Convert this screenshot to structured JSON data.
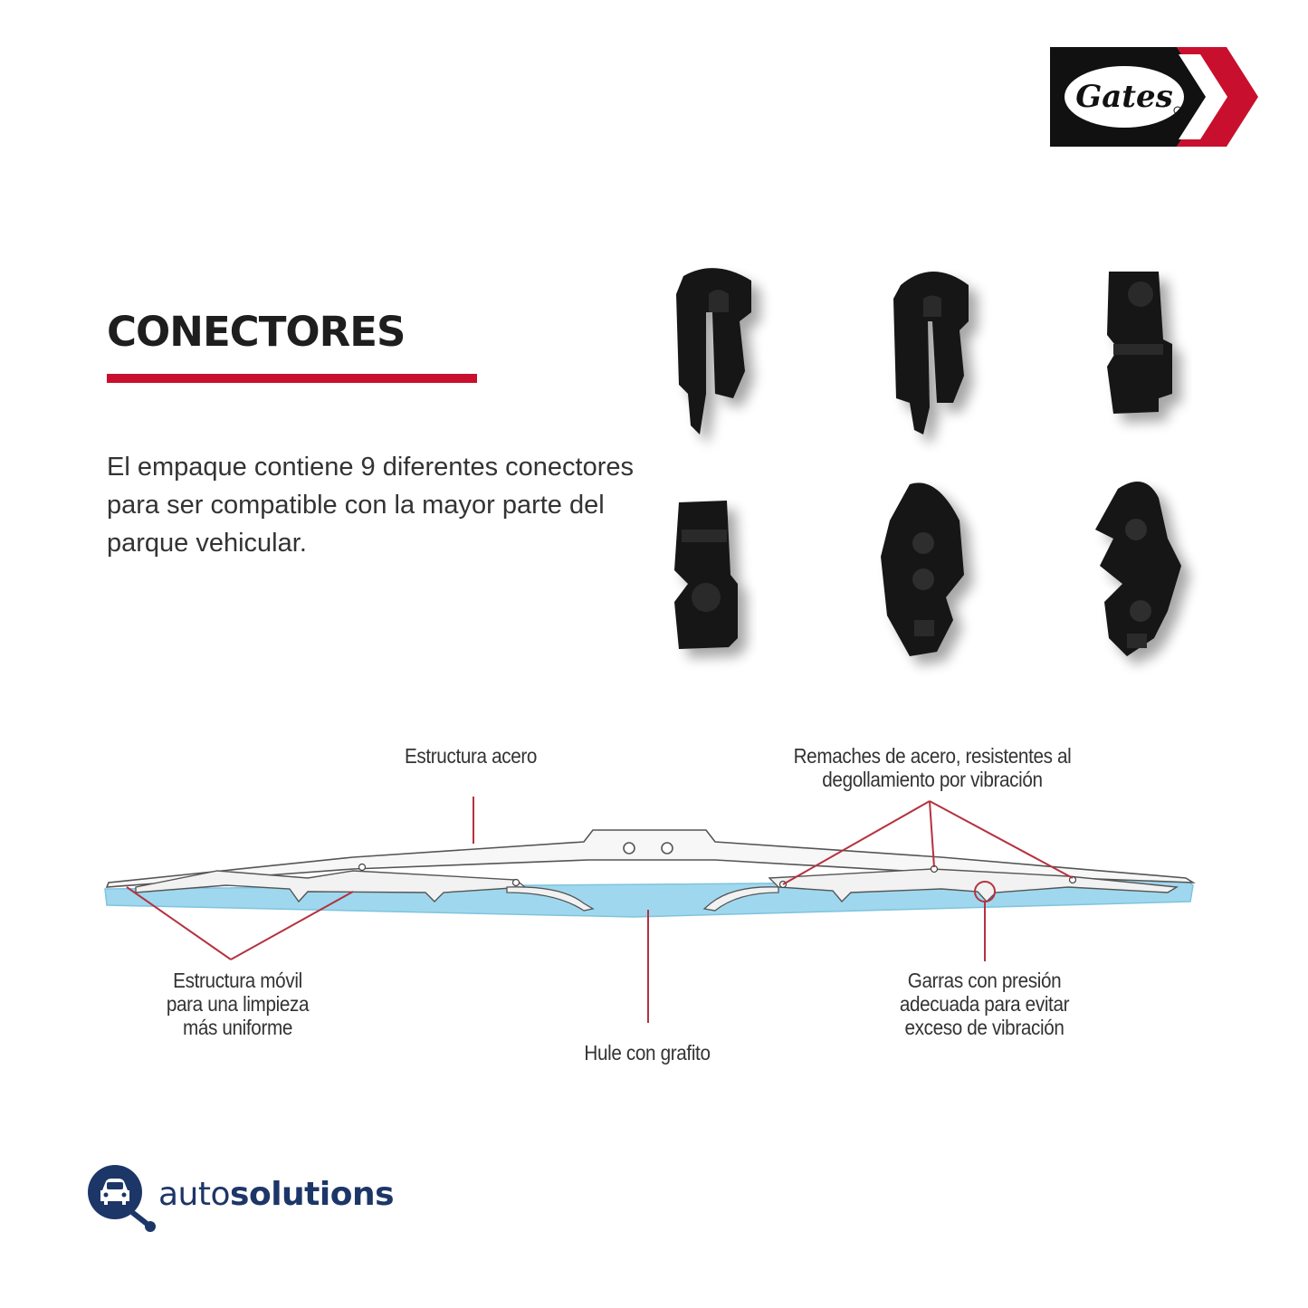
{
  "brand": {
    "gates_logo_text": "Gates",
    "accent_color": "#c8102e",
    "logo_dark": "#111111"
  },
  "section": {
    "title": "CONECTORES",
    "description": "El empaque contiene 9 diferentes conectores para ser compatible con la mayor parte del parque vehicular."
  },
  "diagram": {
    "labels": {
      "frame": "Estructura acero",
      "rivets_line1": "Remaches de acero, resistentes al",
      "rivets_line2": "degollamiento por vibración",
      "moving_line1": "Estructura móvil",
      "moving_line2": "para una limpieza",
      "moving_line3": "más uniforme",
      "rubber": "Hule con grafito",
      "claws_line1": "Garras con presión",
      "claws_line2": "adecuada para evitar",
      "claws_line3": "exceso de vibración"
    },
    "rubber_color": "#9fd8ee",
    "callout_color": "#b5323f"
  },
  "footer": {
    "logo_prefix": "auto",
    "logo_bold": "solutions",
    "logo_color": "#1d3668"
  }
}
